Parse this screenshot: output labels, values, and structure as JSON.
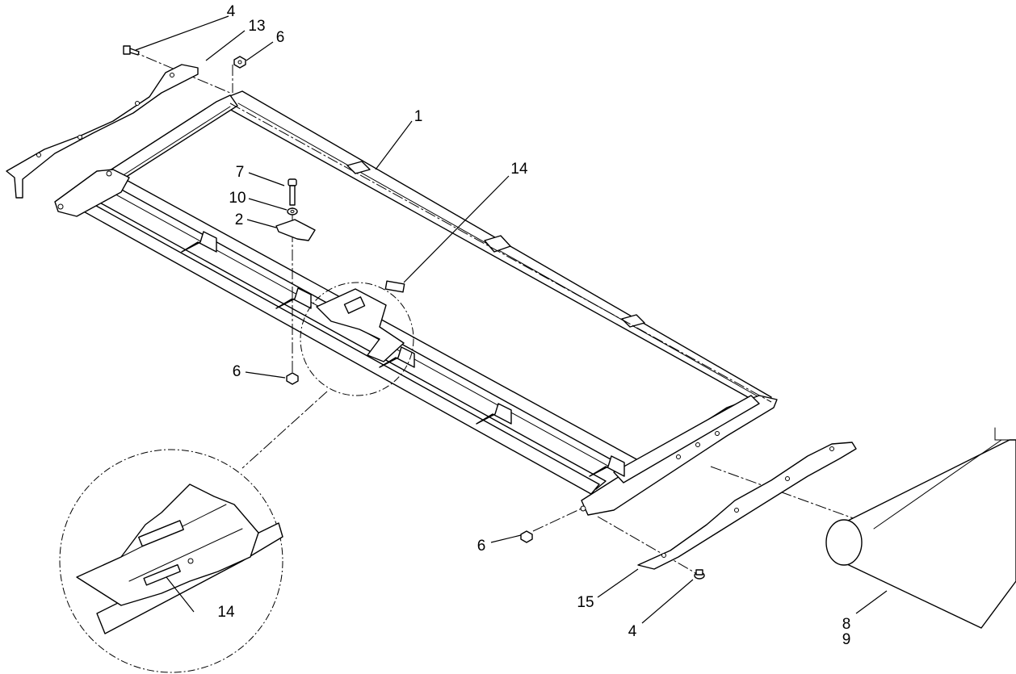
{
  "callouts": [
    {
      "id": "c-4-top",
      "text": "4"
    },
    {
      "id": "c-13",
      "text": "13"
    },
    {
      "id": "c-6-top",
      "text": "6"
    },
    {
      "id": "c-1",
      "text": "1"
    },
    {
      "id": "c-14-top",
      "text": "14"
    },
    {
      "id": "c-7",
      "text": "7"
    },
    {
      "id": "c-10",
      "text": "10"
    },
    {
      "id": "c-2",
      "text": "2"
    },
    {
      "id": "c-6-left",
      "text": "6"
    },
    {
      "id": "c-6-bottom",
      "text": "6"
    },
    {
      "id": "c-15",
      "text": "15"
    },
    {
      "id": "c-4-bottom",
      "text": "4"
    },
    {
      "id": "c-8",
      "text": "8"
    },
    {
      "id": "c-9",
      "text": "9"
    },
    {
      "id": "c-14-detail",
      "text": "14"
    }
  ]
}
